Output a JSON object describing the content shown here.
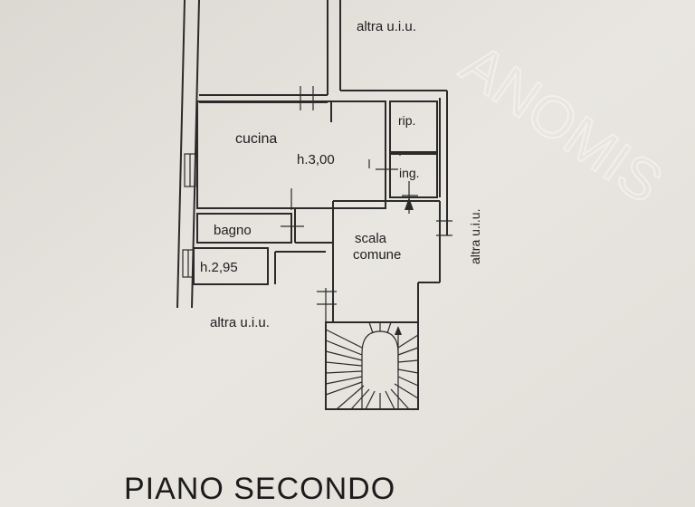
{
  "labels": {
    "altra_top": "altra u.i.u.",
    "altra_right": "altra u.i.u.",
    "altra_bottom": "altra u.i.u.",
    "cucina": "cucina",
    "height_cucina": "h.3,00",
    "rip": "rip.",
    "ing": "ing.",
    "bagno": "bagno",
    "height_small": "h.2,95",
    "scala": "scala",
    "comune": "comune"
  },
  "title": "PIANO SECONDO",
  "watermark": "ANOMIS"
}
